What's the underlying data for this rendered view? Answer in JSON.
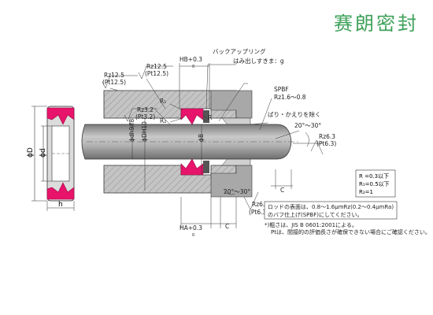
{
  "brand": "赛朗密封",
  "colors": {
    "seal": "#e8136b",
    "metal": "#bdbdbd",
    "rod": "#a6a6a6",
    "line": "#333333",
    "brand": "#3fa15a"
  },
  "labels": {
    "rz12_5_a": "Rz12.5",
    "pt12_5_a": "(Pt12.5)",
    "rz12_5_b": "Rz12.5",
    "pt12_5_b": "(Pt12.5)",
    "hb_tol": "HB+0.3",
    "hb_tol_zero": "0",
    "backup_ring": "バックアップリング",
    "extrusion_gap": "はみ出しすきま：g",
    "spbf": "SPBF",
    "rz_range": "Rz1.6～0.8",
    "deburr": "ばり・かえりを除く",
    "r1": "R₁",
    "r2": "R₂",
    "r": "R",
    "rz3_2": "Rz3.2",
    "pt3_2": "(Pt3.2)",
    "dh9f8": "ϕdh9/f8",
    "dh10": "ϕDH10",
    "phi_b": "ϕB",
    "angle_top": "20°～30°",
    "rz6_3_a": "Rz6.3",
    "pt6_3_a": "(Pt6.3)",
    "angle_bottom": "20°～30°",
    "rz6_3_b": "Rz6.3",
    "pt6_3_b": "(Pt6.3)",
    "c_right": "C",
    "c_bottom": "C",
    "ha_tol": "HA+0.3",
    "ha_tol_zero": "0",
    "phi_d": "ϕD",
    "phi_d_small": "ϕd",
    "h": "h"
  },
  "radius_table": [
    "R =0.3以下",
    "R₁=0.5以下",
    "R₂=1"
  ],
  "notes": {
    "rod_surface_1": "ロッドの表面は、0.8～1.6μmRz(0.2～0.4μmRa)",
    "rod_surface_2": "のバフ仕上げ(SPBF)にしてください。",
    "note_1": "*)粗さは、JIS B 0601:2001による。",
    "note_2": "Ptは、間接的の評価長さが確保できない場合にご確認ください。"
  }
}
